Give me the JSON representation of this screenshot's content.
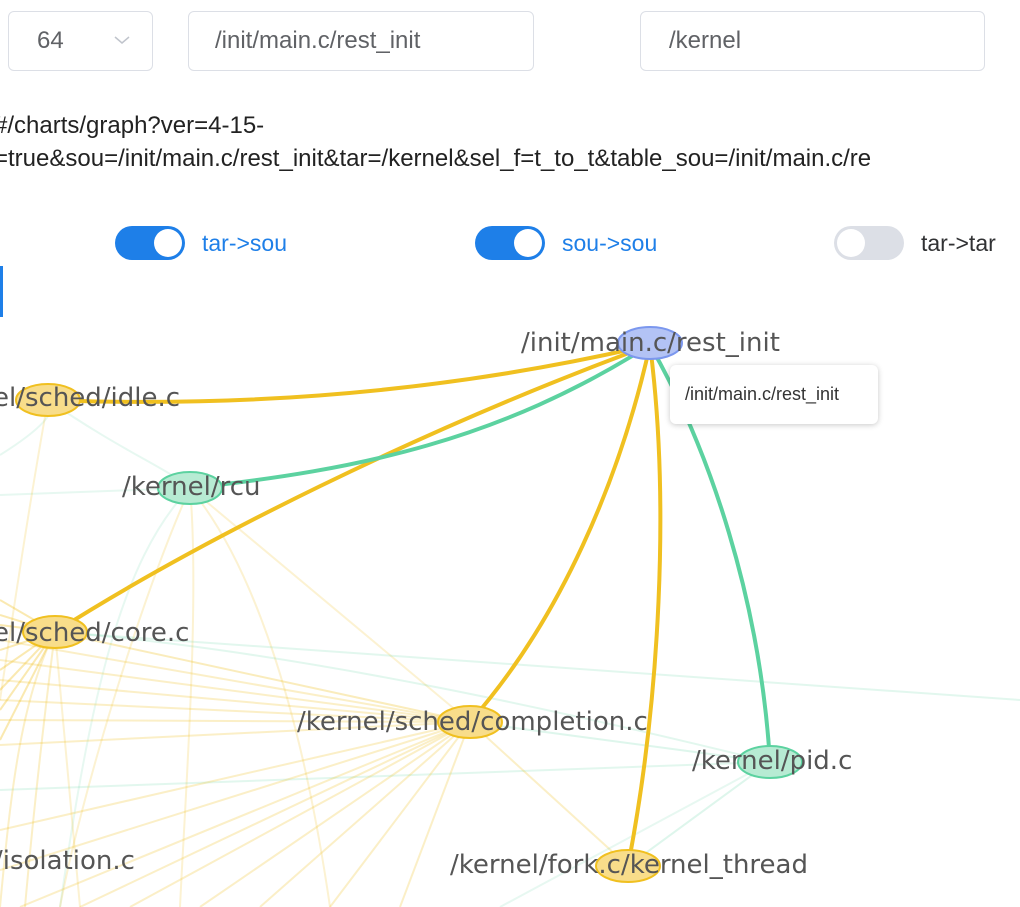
{
  "controls": {
    "depth_select": {
      "value": "64"
    },
    "source_input": {
      "value": "/init/main.c/rest_init"
    },
    "target_input": {
      "value": "/kernel"
    }
  },
  "url": {
    "line1": "#/charts/graph?ver=4-15-",
    "line2": "=true&sou=/init/main.c/rest_init&tar=/kernel&sel_f=t_to_t&table_sou=/init/main.c/re"
  },
  "toggles": [
    {
      "label": "tar->sou",
      "on": true
    },
    {
      "label": "sou->sou",
      "on": true
    },
    {
      "label": "tar->tar",
      "on": false
    }
  ],
  "graph": {
    "nodes": {
      "rest_init": "/init/main.c/rest_init",
      "idle": "el/sched/idle.c",
      "rcu": "/kernel/rcu",
      "core": "el/sched/core.c",
      "completion": "/kernel/sched/completion.c",
      "pid": "/kernel/pid.c",
      "isolation": "/isolation.c",
      "fork": "/kernel/fork.c/kernel_thread"
    },
    "colors": {
      "source_node": "#b3c3f5",
      "target_node": "#f8dd8a",
      "sibling_node": "#b7ebd3",
      "target_edge": "#f0c020",
      "sibling_edge": "#5cd2a0"
    }
  },
  "tooltip": {
    "text": "/init/main.c/rest_init"
  }
}
